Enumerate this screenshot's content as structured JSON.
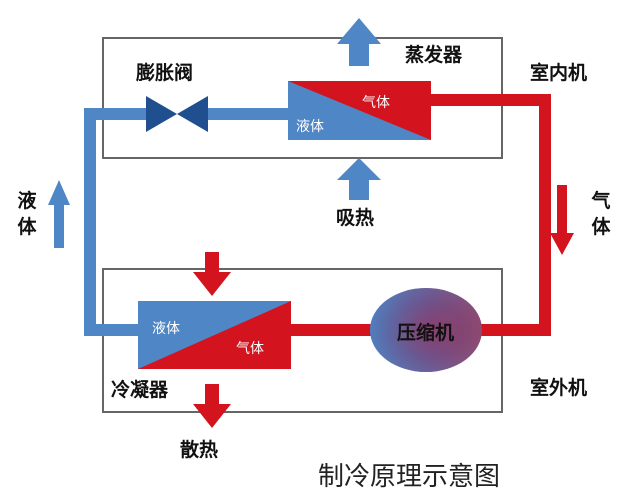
{
  "colors": {
    "hot": "#d3131e",
    "cold": "#4f86c6",
    "cold_dark": "#1f4f8f",
    "box": "#666666"
  },
  "icons": {
    "valve": "expansion-valve-icon",
    "arrows": "flow-arrow-icon"
  },
  "labels": {
    "evaporator": "蒸发器",
    "indoor_unit": "室内机",
    "expansion_valve": "膨胀阀",
    "gas": "气体",
    "liquid": "液体",
    "absorb_heat": "吸热",
    "liquid_side": "液体",
    "gas_side": "气体",
    "compressor": "压缩机",
    "condenser": "冷凝器",
    "outdoor_unit": "室外机",
    "release_heat": "散热",
    "caption": "制冷原理示意图"
  }
}
